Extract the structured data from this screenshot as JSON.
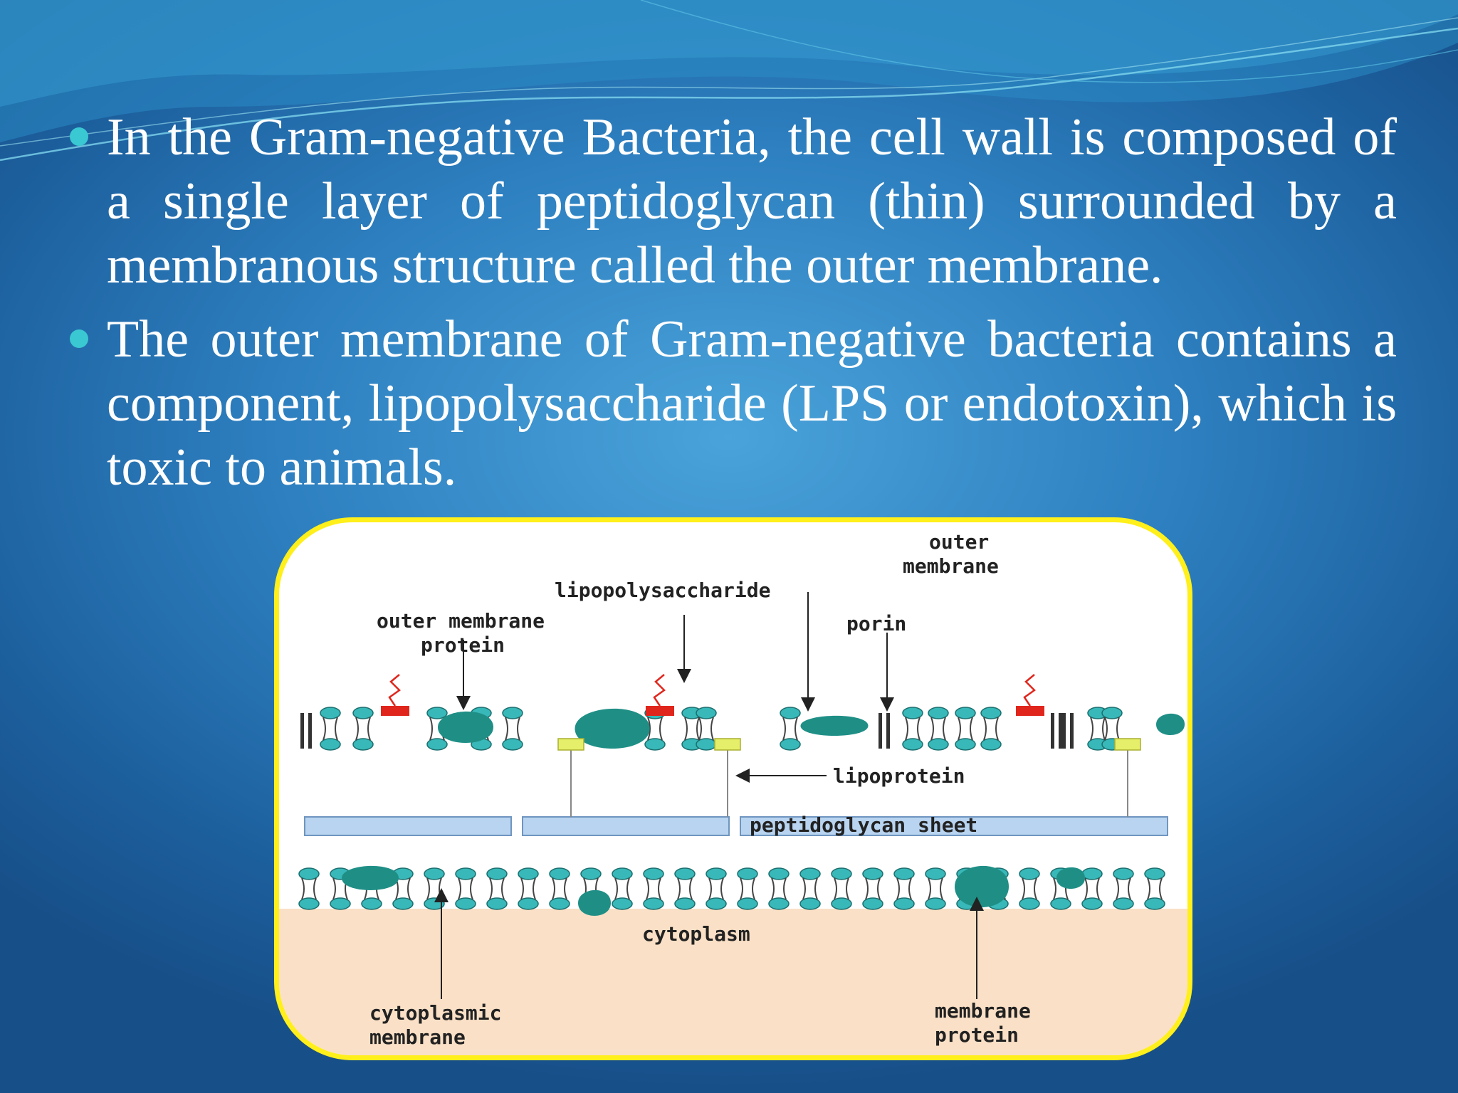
{
  "bullets": [
    "In the Gram-negative Bacteria, the cell wall is composed of a single layer of peptidoglycan (thin) surrounded by a membranous structure called the outer membrane.",
    "The outer membrane of Gram-negative bacteria contains a component, lipopolysaccharide (LPS or endotoxin), which is toxic to animals."
  ],
  "diagram": {
    "labels": {
      "outer_membrane_1": "outer",
      "outer_membrane_2": "membrane",
      "lipopolysaccharide": "lipopolysaccharide",
      "outer_membrane_protein_1": "outer membrane",
      "outer_membrane_protein_2": "protein",
      "porin": "porin",
      "lipoprotein": "lipoprotein",
      "peptidoglycan_sheet": "peptidoglycan sheet",
      "cytoplasm": "cytoplasm",
      "cytoplasmic_membrane_1": "cytoplasmic",
      "cytoplasmic_membrane_2": "membrane",
      "membrane_protein_1": "membrane",
      "membrane_protein_2": "protein"
    }
  },
  "colors": {
    "bullet_dot": "#3ac8d2",
    "frame_border": "#ffef1a",
    "lipid": "#38b8b8",
    "protein": "#1f8f86",
    "lps": "#e0261c",
    "lipoprotein": "#e6ef6a",
    "peptidoglycan": "#b8d4f0",
    "cytoplasm": "#fae0c6"
  }
}
